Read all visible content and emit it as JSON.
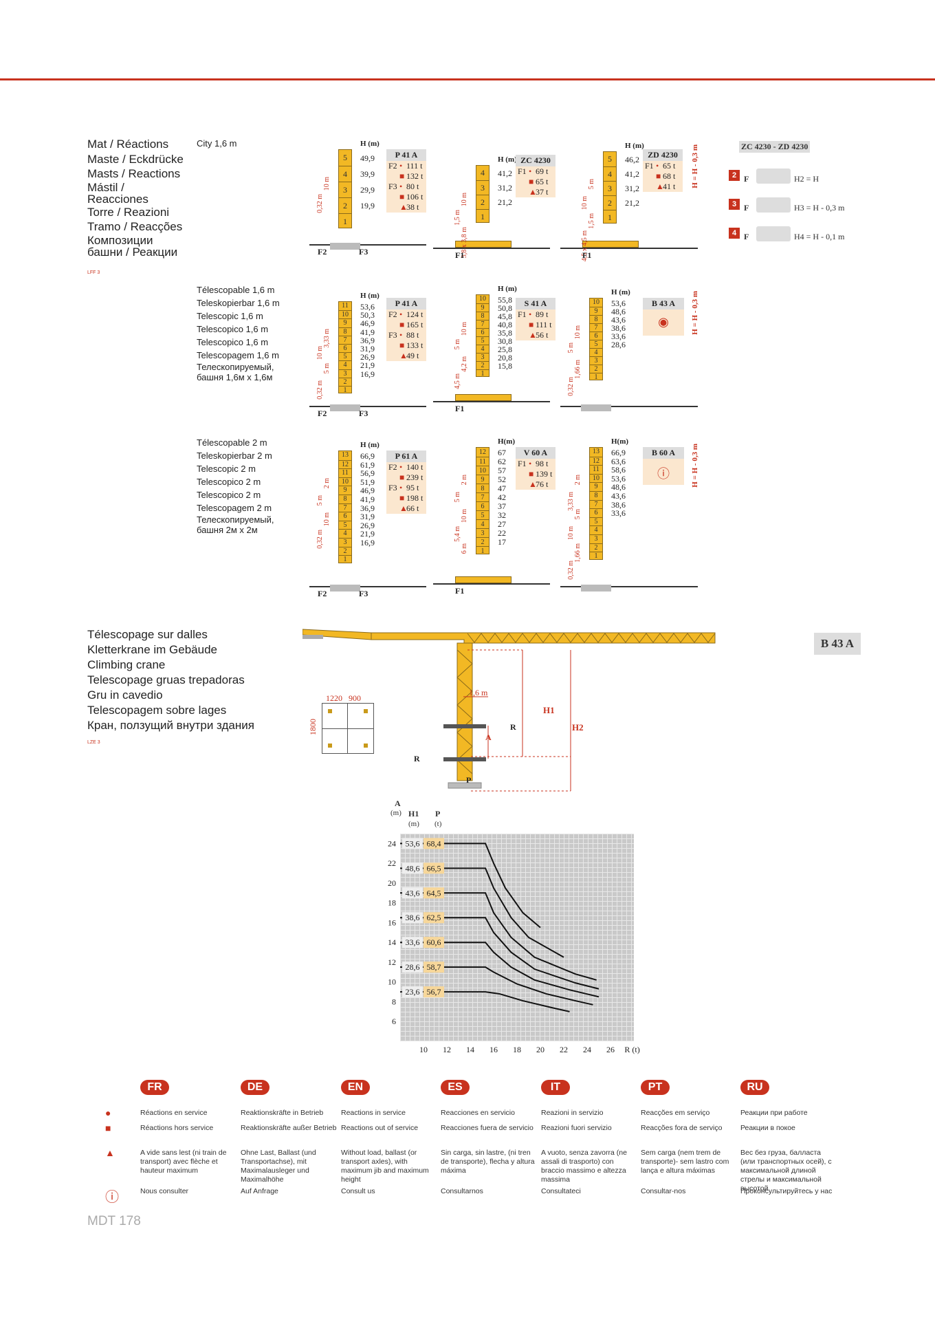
{
  "page_ref": "MDT 178",
  "mat_section": {
    "titles": [
      "Mat / Réactions",
      "Maste / Eckdrücke",
      "Masts / Reactions",
      "Mástil /",
      "Reacciones",
      "Torre / Reazioni",
      "Tramo / Reacções",
      "Композиции",
      "башни / Реакции"
    ],
    "ref": "LFF 3",
    "city_label": "City 1,6 m"
  },
  "telescopic16": [
    "Télescopable 1,6 m",
    "Teleskopierbar 1,6 m",
    "Telescopic 1,6 m",
    "Telescopico 1,6 m",
    "Telescopico 1,6 m",
    "Telescopagem 1,6 m",
    "Телескопируемый,",
    "башня 1,6м x 1,6м"
  ],
  "telescopic2": [
    "Télescopable 2 m",
    "Teleskopierbar 2 m",
    "Telescopic 2 m",
    "Telescopico 2 m",
    "Telescopico 2 m",
    "Telescopagem 2 m",
    "Телескопируемый,",
    "башня 2м x 2м"
  ],
  "climbing_section": {
    "titles": [
      "Télescopage sur dalles",
      "Kletterkrane im Gebäude",
      "Climbing crane",
      "Telescopage gruas trepadoras",
      "Gru in cavedio",
      "Telescopagem sobre lages",
      "Кран, ползущий внутри здания"
    ],
    "ref": "LZE 3",
    "badge": "B 43 A",
    "dims": {
      "w1": "1220",
      "w2": "900",
      "h": "1800",
      "m": "1,6 m"
    },
    "labels": {
      "h1": "H1",
      "h2": "H2",
      "r": "R",
      "a": "A",
      "p": "P"
    }
  },
  "diagrams": {
    "p41a_city": {
      "name": "P 41 A",
      "segments": [
        "5",
        "4",
        "3",
        "2",
        "1"
      ],
      "heights_label": "H (m)",
      "heights": [
        "49,9",
        "39,9",
        "29,9",
        "19,9"
      ],
      "rows": [
        {
          "l": "F2",
          "m": "•",
          "v": "111 t"
        },
        {
          "l": "",
          "m": "■",
          "v": "132 t"
        },
        {
          "l": "F3",
          "m": "•",
          "v": "80 t"
        },
        {
          "l": "",
          "m": "■",
          "v": "106 t"
        },
        {
          "l": "",
          "m": "▲",
          "v": "38 t"
        }
      ],
      "dims": [
        "10 m",
        "0,32 m"
      ],
      "forces": [
        "F2",
        "F3"
      ]
    },
    "zc4230": {
      "name": "ZC 4230",
      "segments": [
        "4",
        "3",
        "2",
        "1"
      ],
      "heights_label": "H (m)",
      "heights": [
        "41,2",
        "31,2",
        "21,2"
      ],
      "rows": [
        {
          "l": "F1",
          "m": "•",
          "v": "69 t"
        },
        {
          "l": "",
          "m": "■",
          "v": "65 t"
        },
        {
          "l": "",
          "m": "▲",
          "v": "37 t"
        }
      ],
      "dims": [
        "10 m",
        "1,5 m",
        "3,8 x 3,8 m"
      ],
      "forces": [
        "F1"
      ]
    },
    "zd4230": {
      "name": "ZD 4230",
      "segments": [
        "5",
        "4",
        "3",
        "2",
        "1"
      ],
      "heights_label": "H (m)",
      "heights": [
        "46,2",
        "41,2",
        "31,2",
        "21,2"
      ],
      "rows": [
        {
          "l": "F1",
          "m": "•",
          "v": "65 t"
        },
        {
          "l": "",
          "m": "■",
          "v": "68 t"
        },
        {
          "l": "",
          "m": "▲",
          "v": "41 t"
        }
      ],
      "dims": [
        "5 m",
        "10 m",
        "1,5 m",
        "4,5 x 4,5 m"
      ],
      "forces": [
        "F1"
      ],
      "side": "H = H - 0,3 m"
    },
    "zc_zd_legend": {
      "title": "ZC 4230 - ZD 4230",
      "items": [
        {
          "n": "2",
          "f": "F",
          "t": "H2 = H"
        },
        {
          "n": "3",
          "f": "F",
          "t": "H3 = H - 0,3 m"
        },
        {
          "n": "4",
          "f": "F",
          "t": "H4 = H - 0,1 m"
        }
      ]
    },
    "p41a_tel": {
      "name": "P 41 A",
      "segments": [
        "11",
        "10",
        "9",
        "8",
        "7",
        "6",
        "5",
        "4",
        "3",
        "2",
        "1"
      ],
      "heights_label": "H (m)",
      "heights": [
        "53,6",
        "50,3",
        "46,9",
        "41,9",
        "36,9",
        "31,9",
        "26,9",
        "21,9",
        "16,9"
      ],
      "rows": [
        {
          "l": "F2",
          "m": "•",
          "v": "124 t"
        },
        {
          "l": "",
          "m": "■",
          "v": "165 t"
        },
        {
          "l": "F3",
          "m": "•",
          "v": "88 t"
        },
        {
          "l": "",
          "m": "■",
          "v": "133 t"
        },
        {
          "l": "",
          "m": "▲",
          "v": "49 t"
        }
      ],
      "dims": [
        "3,33 m",
        "10 m",
        "5 m",
        "0,32 m"
      ],
      "forces": [
        "F2",
        "F3"
      ]
    },
    "s41a": {
      "name": "S 41 A",
      "segments": [
        "10",
        "9",
        "8",
        "7",
        "6",
        "5",
        "4",
        "3",
        "2",
        "1"
      ],
      "heights_label": "H (m)",
      "heights": [
        "55,8",
        "50,8",
        "45,8",
        "40,8",
        "35,8",
        "30,8",
        "25,8",
        "20,8",
        "15,8"
      ],
      "rows": [
        {
          "l": "F1",
          "m": "•",
          "v": "89 t"
        },
        {
          "l": "",
          "m": "■",
          "v": "111 t"
        },
        {
          "l": "",
          "m": "▲",
          "v": "56 t"
        }
      ],
      "dims": [
        "10 m",
        "5 m",
        "4,2 m",
        "4,5 m"
      ],
      "forces": [
        "F1"
      ]
    },
    "b43a": {
      "name": "B 43 A",
      "segments": [
        "10",
        "9",
        "8",
        "7",
        "6",
        "5",
        "4",
        "3",
        "2",
        "1"
      ],
      "heights_label": "H (m)",
      "heights": [
        "53,6",
        "48,6",
        "43,6",
        "38,6",
        "33,6",
        "28,6"
      ],
      "dims": [
        "10 m",
        "5 m",
        "1,66 m",
        "0,32 m"
      ],
      "side": "H = H - 0,3 m"
    },
    "p61a": {
      "name": "P 61 A",
      "segments": [
        "13",
        "12",
        "11",
        "10",
        "9",
        "8",
        "7",
        "6",
        "5",
        "4",
        "3",
        "2",
        "1"
      ],
      "heights_label": "H (m)",
      "heights": [
        "66,9",
        "61,9",
        "56,9",
        "51,9",
        "46,9",
        "41,9",
        "36,9",
        "31,9",
        "26,9",
        "21,9",
        "16,9"
      ],
      "rows": [
        {
          "l": "F2",
          "m": "•",
          "v": "140 t"
        },
        {
          "l": "",
          "m": "■",
          "v": "239 t"
        },
        {
          "l": "F3",
          "m": "•",
          "v": "95 t"
        },
        {
          "l": "",
          "m": "■",
          "v": "198 t"
        },
        {
          "l": "",
          "m": "▲",
          "v": "66 t"
        }
      ],
      "dims": [
        "2 m",
        "5 m",
        "10 m",
        "0,32 m"
      ],
      "forces": [
        "F2",
        "F3"
      ]
    },
    "v60a": {
      "name": "V 60 A",
      "segments": [
        "12",
        "11",
        "10",
        "9",
        "8",
        "7",
        "6",
        "5",
        "4",
        "3",
        "2",
        "1"
      ],
      "heights_label": "H(m)",
      "heights": [
        "67",
        "62",
        "57",
        "52",
        "47",
        "42",
        "37",
        "32",
        "27",
        "22",
        "17"
      ],
      "rows": [
        {
          "l": "F1",
          "m": "•",
          "v": "98 t"
        },
        {
          "l": "",
          "m": "■",
          "v": "139 t"
        },
        {
          "l": "",
          "m": "▲",
          "v": "76 t"
        }
      ],
      "dims": [
        "2 m",
        "5 m",
        "10 m",
        "5,4 m",
        "6 m"
      ],
      "forces": [
        "F1"
      ]
    },
    "b60a": {
      "name": "B 60 A",
      "segments": [
        "13",
        "12",
        "11",
        "10",
        "9",
        "8",
        "7",
        "6",
        "5",
        "4",
        "3",
        "2",
        "1"
      ],
      "heights_label": "H(m)",
      "heights": [
        "66,9",
        "63,6",
        "58,6",
        "53,6",
        "48,6",
        "43,6",
        "38,6",
        "33,6"
      ],
      "dims": [
        "2 m",
        "3,33 m",
        "5 m",
        "10 m",
        "1,66 m",
        "0,32 m"
      ],
      "side": "H = H - 0,3 m"
    }
  },
  "chart_data": {
    "type": "line",
    "title": "",
    "y_label": "A (m)",
    "h1_label": "H1 (m)",
    "p_label": "P (t)",
    "xlabel": "R (t)",
    "xlim": [
      8,
      28
    ],
    "ylim": [
      4,
      25
    ],
    "x_ticks": [
      10,
      12,
      14,
      16,
      18,
      20,
      22,
      24,
      26
    ],
    "y_ticks": [
      6,
      8,
      10,
      12,
      14,
      16,
      18,
      20,
      22,
      24
    ],
    "rows": [
      {
        "a": 24,
        "h1": "53,6",
        "p": "68,4"
      },
      {
        "a": 21.5,
        "h1": "48,6",
        "p": "66,5"
      },
      {
        "a": 19,
        "h1": "43,6",
        "p": "64,5"
      },
      {
        "a": 16.5,
        "h1": "38,6",
        "p": "62,5"
      },
      {
        "a": 14,
        "h1": "33,6",
        "p": "60,6"
      },
      {
        "a": 11.5,
        "h1": "28,6",
        "p": "58,7"
      },
      {
        "a": 9,
        "h1": "23,6",
        "p": "56,7"
      }
    ],
    "series": [
      {
        "values": [
          [
            8,
            24
          ],
          [
            15.3,
            24
          ],
          [
            16,
            22
          ],
          [
            17,
            19.5
          ],
          [
            18.5,
            17
          ],
          [
            20,
            15.5
          ]
        ]
      },
      {
        "values": [
          [
            8,
            21.5
          ],
          [
            15.3,
            21.5
          ],
          [
            16,
            19.5
          ],
          [
            17.5,
            16.5
          ],
          [
            19,
            14.5
          ],
          [
            22,
            12.5
          ]
        ]
      },
      {
        "values": [
          [
            8,
            19
          ],
          [
            15.3,
            19
          ],
          [
            16,
            17
          ],
          [
            17.5,
            14.5
          ],
          [
            19.5,
            12.5
          ],
          [
            23,
            10.8
          ],
          [
            24.8,
            10.2
          ]
        ]
      },
      {
        "values": [
          [
            8,
            16.5
          ],
          [
            15.3,
            16.5
          ],
          [
            16,
            15
          ],
          [
            17.5,
            13
          ],
          [
            19.5,
            11.3
          ],
          [
            23,
            9.9
          ],
          [
            25,
            9.3
          ]
        ]
      },
      {
        "values": [
          [
            8,
            14
          ],
          [
            15.3,
            14
          ],
          [
            16,
            13
          ],
          [
            17.5,
            11.5
          ],
          [
            19.5,
            10.2
          ],
          [
            22.5,
            9.2
          ],
          [
            25,
            8.5
          ]
        ]
      },
      {
        "values": [
          [
            8,
            11.5
          ],
          [
            15.3,
            11.5
          ],
          [
            16,
            11
          ],
          [
            18,
            9.8
          ],
          [
            20.5,
            8.8
          ],
          [
            23,
            8.1
          ],
          [
            24.5,
            7.7
          ]
        ]
      },
      {
        "values": [
          [
            8,
            9
          ],
          [
            15.3,
            9
          ],
          [
            16.5,
            8.8
          ],
          [
            18.5,
            8.1
          ],
          [
            21,
            7.4
          ],
          [
            22.5,
            7
          ]
        ]
      }
    ]
  },
  "legend": {
    "langs": [
      "FR",
      "DE",
      "EN",
      "ES",
      "IT",
      "PT",
      "RU"
    ],
    "rows": [
      {
        "sym": "dot",
        "cells": [
          "Réactions en service",
          "Reaktionskräfte in Betrieb",
          "Reactions in service",
          "Reacciones en servicio",
          "Reazioni in servizio",
          "Reacções em serviço",
          "Реакции при работе"
        ]
      },
      {
        "sym": "square",
        "cells": [
          "Réactions hors service",
          "Reaktionskräfte außer Betrieb",
          "Reactions out of service",
          "Reacciones fuera de servicio",
          "Reazioni fuori servizio",
          "Reacções fora de serviço",
          "Реакции в покое"
        ]
      },
      {
        "sym": "weight",
        "cells": [
          "A vide sans lest (ni train de transport) avec flèche et hauteur maximum",
          "Ohne Last, Ballast (und Transportachse), mit Maximalausleger und Maximalhöhe",
          "Without load, ballast (or transport axles), with maximum jib and maximum height",
          "Sin carga, sin lastre, (ni tren de transporte), flecha y altura máxima",
          "A vuoto, senza zavorra (ne assali di trasporto) con braccio massimo e altezza massima",
          "Sem carga (nem trem de transporte)- sem lastro com lança e altura máximas",
          "Вес без груза, балласта (или транспортных осей), с максимальной длиной стрелы и максимальной высотой"
        ]
      },
      {
        "sym": "info",
        "cells": [
          "Nous consulter",
          "Auf Anfrage",
          "Consult us",
          "Consultarnos",
          "Consultateci",
          "Consultar-nos",
          "Проконсультируйтесь у нас"
        ]
      }
    ]
  }
}
